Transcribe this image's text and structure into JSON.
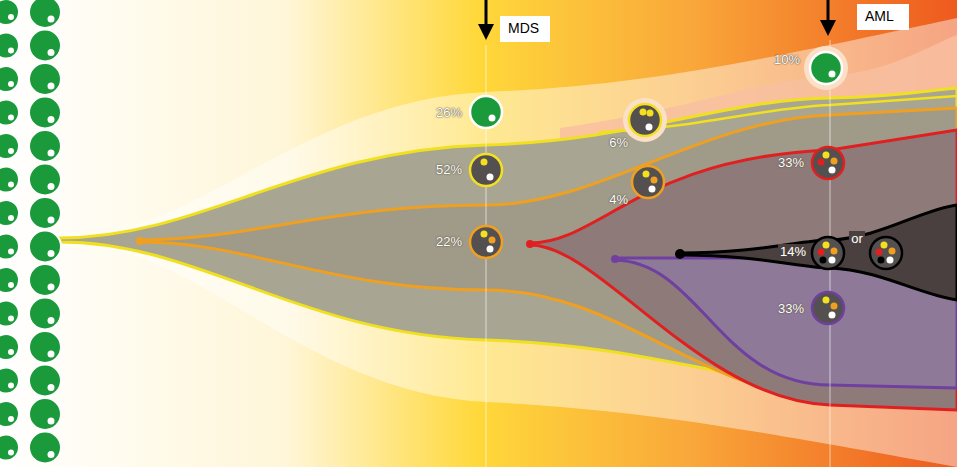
{
  "diagram": {
    "nodes": [
      {
        "text": [
          "MDS"
        ]
      },
      {
        "text": [
          "AML"
        ]
      }
    ],
    "labels": [
      "26%",
      "52%",
      "22%",
      "6%",
      "4%",
      "10%",
      "33%",
      "14%",
      "or",
      "33%"
    ]
  }
}
